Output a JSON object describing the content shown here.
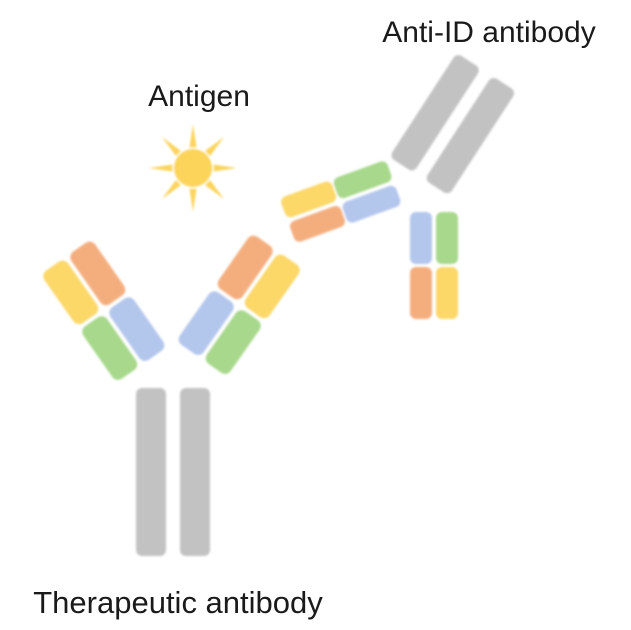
{
  "labels": {
    "antigen": "Antigen",
    "anti_id_antibody": "Anti-ID antibody",
    "therapeutic_antibody": "Therapeutic antibody"
  },
  "colors": {
    "heavy_chain": "#c2c2c2",
    "yellow_domain": "#fcd869",
    "orange_domain": "#f4ae7e",
    "green_domain": "#a7d88b",
    "blue_domain": "#b3c6ec",
    "antigen": "#fcd45a"
  },
  "icons": {
    "antigen": "sun-icon"
  }
}
